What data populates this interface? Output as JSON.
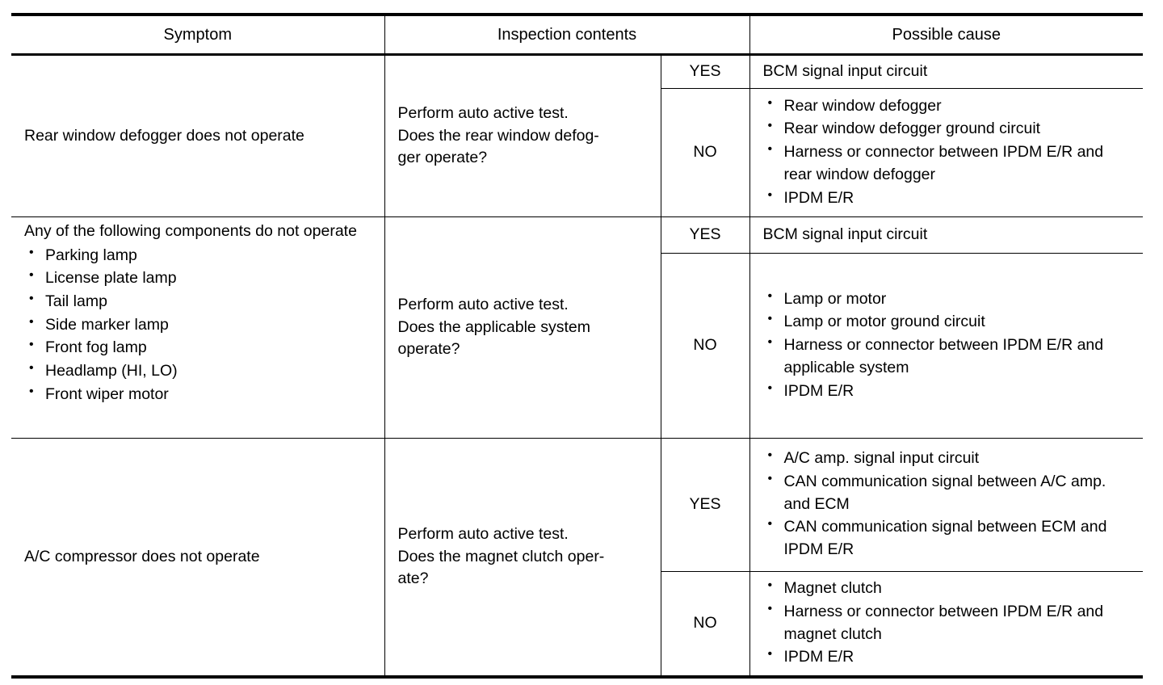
{
  "table": {
    "headers": {
      "symptom": "Symptom",
      "inspection": "Inspection contents",
      "cause": "Possible cause"
    },
    "labels": {
      "yes": "YES",
      "no": "NO"
    },
    "rows": [
      {
        "symptom_text": "Rear window defogger does not operate",
        "symptom_bullets": [],
        "inspection": "Perform auto active test.\nDoes the rear window defog-\nger operate?",
        "branches": [
          {
            "answer": "YES",
            "cause_text": "BCM signal input circuit",
            "cause_bullets": []
          },
          {
            "answer": "NO",
            "cause_text": "",
            "cause_bullets": [
              "Rear window defogger",
              "Rear window defogger ground circuit",
              "Harness or connector between IPDM E/R and rear window defogger",
              "IPDM E/R"
            ]
          }
        ]
      },
      {
        "symptom_text": "Any of the following components do not operate",
        "symptom_bullets": [
          "Parking lamp",
          "License plate lamp",
          "Tail lamp",
          "Side marker lamp",
          "Front fog lamp",
          "Headlamp (HI, LO)",
          "Front wiper motor"
        ],
        "inspection": "Perform auto active test.\nDoes the applicable system\noperate?",
        "branches": [
          {
            "answer": "YES",
            "cause_text": "BCM signal input circuit",
            "cause_bullets": []
          },
          {
            "answer": "NO",
            "cause_text": "",
            "cause_bullets": [
              "Lamp or motor",
              "Lamp or motor ground circuit",
              "Harness or connector between IPDM E/R and applicable system",
              "IPDM E/R"
            ]
          }
        ]
      },
      {
        "symptom_text": "A/C compressor does not operate",
        "symptom_bullets": [],
        "inspection": "Perform auto active test.\nDoes the magnet clutch oper-\nate?",
        "branches": [
          {
            "answer": "YES",
            "cause_text": "",
            "cause_bullets": [
              "A/C amp. signal input circuit",
              "CAN communication signal between A/C amp. and ECM",
              "CAN communication signal between ECM and IPDM E/R"
            ]
          },
          {
            "answer": "NO",
            "cause_text": "",
            "cause_bullets": [
              "Magnet clutch",
              "Harness or connector between IPDM E/R and magnet clutch",
              "IPDM E/R"
            ]
          }
        ]
      }
    ]
  }
}
